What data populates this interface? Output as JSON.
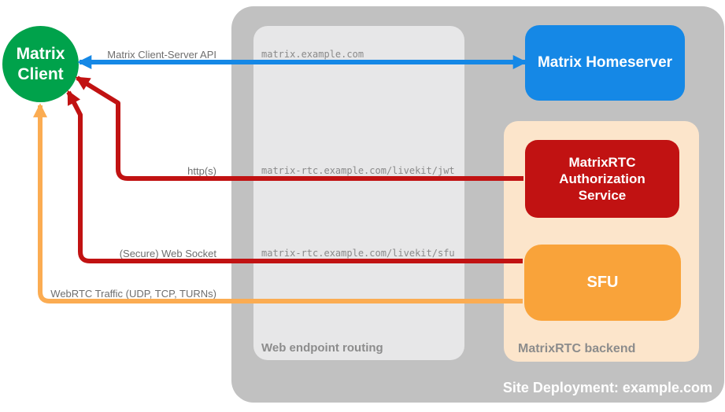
{
  "nodes": {
    "client": {
      "label": "Matrix Client",
      "color": "#00a24b"
    },
    "homeserver": {
      "label": "Matrix Homeserver",
      "color": "#1588e6"
    },
    "auth_service": {
      "label": "MatrixRTC Authorization Service",
      "color": "#c11212"
    },
    "sfu": {
      "label": "SFU",
      "color": "#f9a33a"
    }
  },
  "groups": {
    "site": {
      "label": "Site Deployment: example.com",
      "color": "#c1c1c1"
    },
    "routing": {
      "label": "Web endpoint routing",
      "color": "#e7e7e8",
      "endpoints": [
        "matrix.example.com",
        "matrix-rtc.example.com/livekit/jwt",
        "matrix-rtc.example.com/livekit/sfu"
      ]
    },
    "backend": {
      "label": "MatrixRTC backend",
      "color": "#fce5cb"
    }
  },
  "arrows": [
    {
      "label": "Matrix Client-Server API",
      "color": "#1588e6",
      "direction": "bidirectional",
      "from": "Matrix Client",
      "to": "Matrix Homeserver"
    },
    {
      "label": "http(s)",
      "color": "#c11212",
      "direction": "to-client",
      "from": "MatrixRTC Authorization Service",
      "to": "Matrix Client"
    },
    {
      "label": "(Secure) Web Socket",
      "color": "#c11212",
      "direction": "to-client",
      "from": "SFU",
      "to": "Matrix Client"
    },
    {
      "label": "WebRTC Traffic (UDP, TCP, TURNs)",
      "color": "#fbac52",
      "direction": "to-client",
      "from": "SFU",
      "to": "Matrix Client"
    }
  ]
}
